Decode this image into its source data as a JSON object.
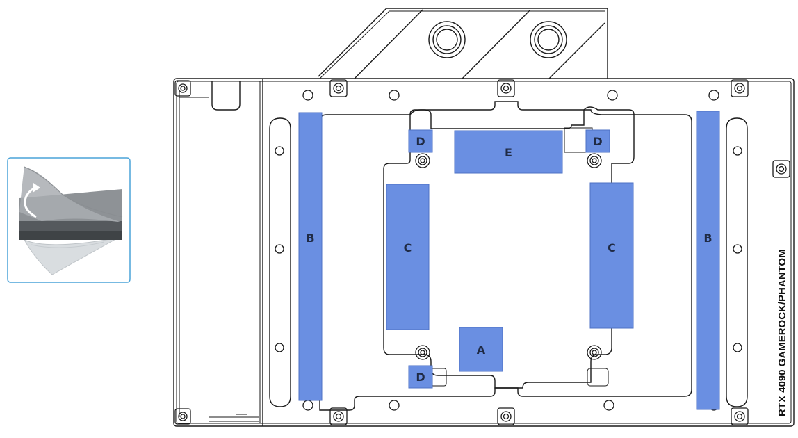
{
  "diagram": {
    "model_label": "RTX 4090 GAMEROCK/PHANTOM",
    "pad_color": "#6a8fe2",
    "pad_border": "#4d70c4",
    "inset_border": "#4aa3d8",
    "pads": [
      {
        "id": "B-left",
        "label": "B"
      },
      {
        "id": "B-right",
        "label": "B"
      },
      {
        "id": "C-left",
        "label": "C"
      },
      {
        "id": "C-right",
        "label": "C"
      },
      {
        "id": "D-top-left",
        "label": "D"
      },
      {
        "id": "D-top-right",
        "label": "D"
      },
      {
        "id": "D-bottom-left",
        "label": "D"
      },
      {
        "id": "E",
        "label": "E"
      },
      {
        "id": "A",
        "label": "A"
      }
    ],
    "inset": {
      "icon": "peel-off-protective-film-icon"
    }
  }
}
